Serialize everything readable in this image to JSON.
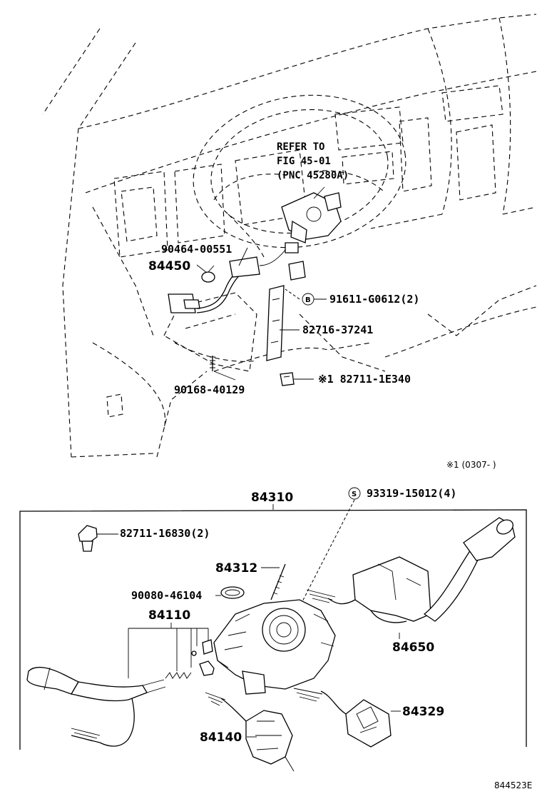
{
  "refer_note": {
    "line1": "REFER TO",
    "line2": "FIG 45-01",
    "line3": "(PNC 45280A)"
  },
  "labels": {
    "p90464": "90464-00551",
    "p84450": "84450",
    "p91611": "91611-G0612(2)",
    "p82716": "82716-37241",
    "p90168": "90168-40129",
    "p82711_1e": "※1 82711-1E340",
    "footnote": "※1 (0307-   )",
    "p84310": "84310",
    "p93319": "93319-15012(4)",
    "p82711_16": "82711-16830(2)",
    "p84312": "84312",
    "p90080": "90080-46104",
    "p84110": "84110",
    "p84650": "84650",
    "p84329": "84329",
    "p84140": "84140",
    "diagram_id": "844523E"
  },
  "callout_markers": {
    "b": "B",
    "s": "S"
  },
  "icons": {
    "steering_wheel": "steering-wheel-outline",
    "combination_switch": "combination-switch-assembly",
    "wiper_lever": "wiper-switch-lever",
    "turn_lever": "turn-signal-lever"
  }
}
